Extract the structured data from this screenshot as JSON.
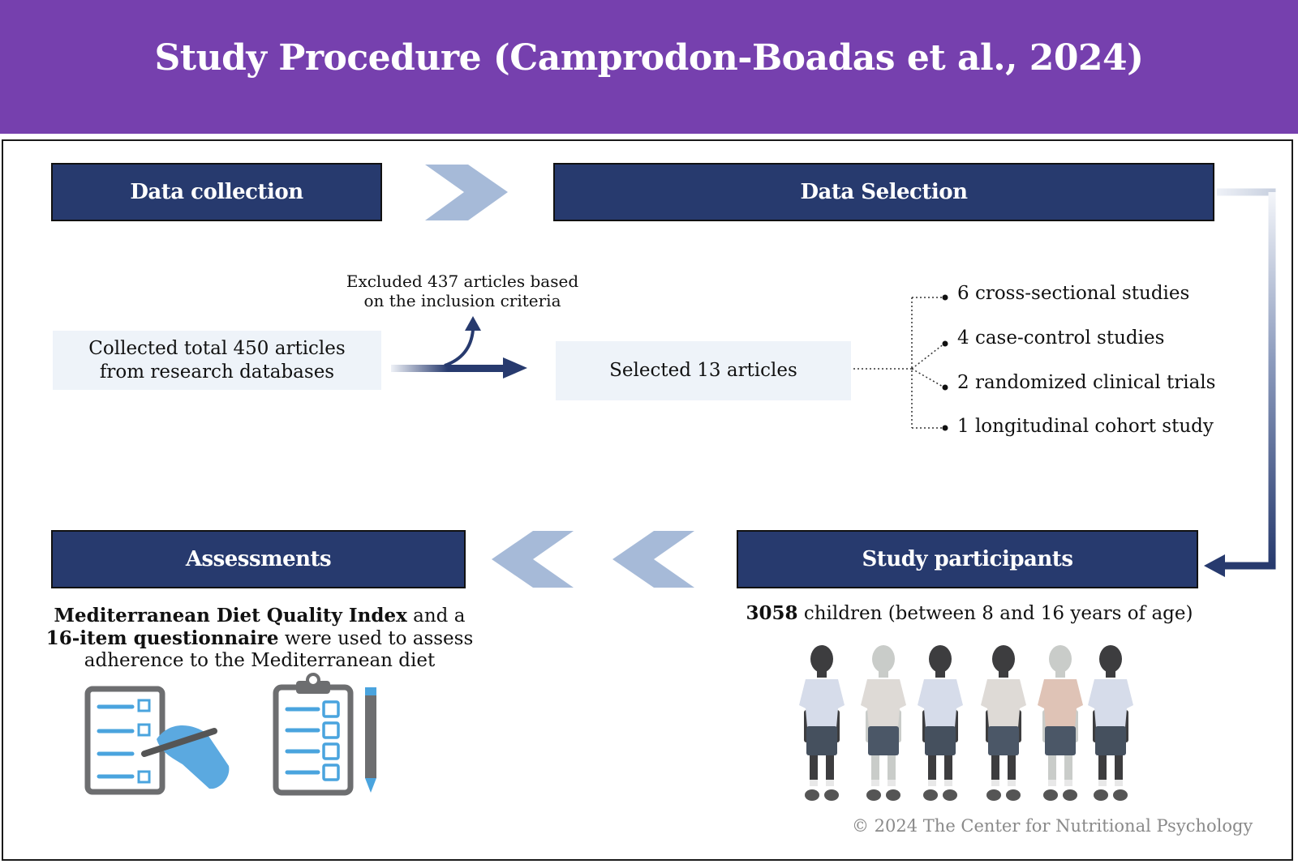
{
  "title": "Study Procedure (Camprodon-Boadas et al., 2024)",
  "stages": {
    "data_collection": "Data collection",
    "data_selection": "Data Selection",
    "study_participants": "Study participants",
    "assessments": "Assessments"
  },
  "collected": {
    "line1": "Collected total 450 articles",
    "line2": "from research databases"
  },
  "excluded": {
    "line1": "Excluded 437 articles based",
    "line2": "on the inclusion criteria"
  },
  "selected": "Selected 13 articles",
  "study_types": [
    "6 cross-sectional studies",
    "4 case-control studies",
    "2 randomized clinical trials",
    "1 longitudinal cohort study"
  ],
  "participants": {
    "count": "3058",
    "description": " children (between 8 and 16 years of age)"
  },
  "assessment": {
    "bold1": "Mediterranean Diet Quality Index",
    "text1": " and a",
    "bold2": "16-item questionnaire",
    "text2": " were used to assess",
    "line3": "adherence to the Mediterranean diet"
  },
  "copyright": "© 2024 The Center for Nutritional Psychology",
  "icons": [
    "chevron-right-icon",
    "chevron-left-icon",
    "checklist-hand-icon",
    "clipboard-pencil-icon",
    "child-figure-icon"
  ],
  "colors": {
    "header": "#7640ae",
    "stage": "#273a6e",
    "chevron": "#a6bad8",
    "box": "#eef3f9"
  }
}
